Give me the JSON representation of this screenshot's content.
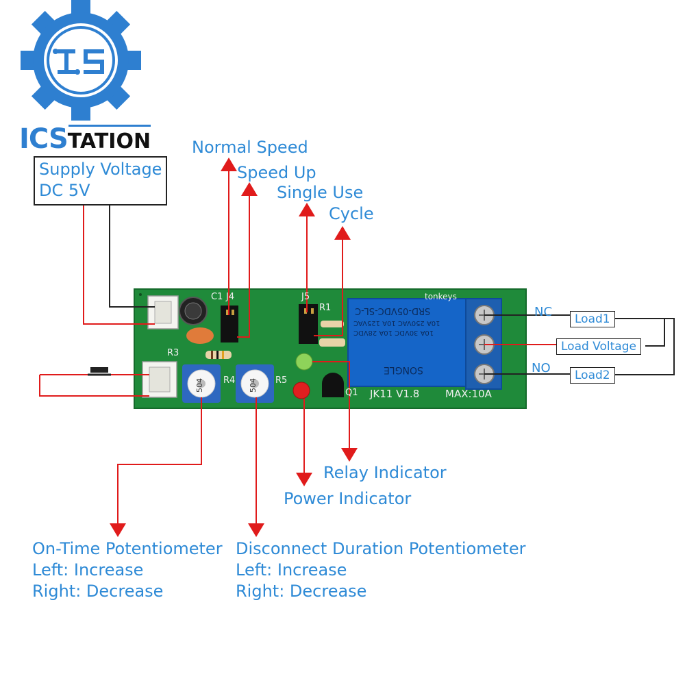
{
  "brand": {
    "name_part1": "ICS",
    "name_part2": "TATION",
    "emblem_letters": "IS",
    "colors": {
      "primary": "#2e7fd0",
      "dark": "#111111"
    }
  },
  "labels": {
    "supply_voltage": [
      "Supply Voltage",
      "DC 5V"
    ],
    "normal_speed": "Normal Speed",
    "speed_up": "Speed Up",
    "single_use": "Single Use",
    "cycle": "Cycle",
    "relay_indicator": "Relay Indicator",
    "power_indicator": "Power Indicator",
    "on_time_pot": [
      "On-Time Potentiometer",
      "Left: Increase",
      "Right: Decrease"
    ],
    "disconnect_pot": [
      "Disconnect Duration Potentiometer",
      "Left: Increase",
      "Right: Decrease"
    ],
    "nc": "NC",
    "no": "NO",
    "load1": "Load1",
    "load_voltage": "Load Voltage",
    "load2": "Load2"
  },
  "board": {
    "silkscreen": {
      "model": "JK11  V1.8",
      "max": "MAX:10A",
      "brand": "tonkeys",
      "relay_model": "SRD-05VDC-SL-C",
      "relay_rating_1": "10A 250VAC  10A 125VAC",
      "relay_rating_2": "10A 30VDC  10A 28VDC",
      "relay_brand": "SONGLE",
      "pot_code": "504",
      "c1": "C1",
      "j4": "J4",
      "j5": "J5",
      "r1": "R1",
      "r3": "R3",
      "r4": "R4",
      "r5": "R5",
      "q1": "Q1"
    },
    "colors": {
      "pcb": "#1f8a3a",
      "relay": "#1565c8",
      "terminal": "#1e5fb0",
      "arrow": "#e01b1b"
    }
  }
}
